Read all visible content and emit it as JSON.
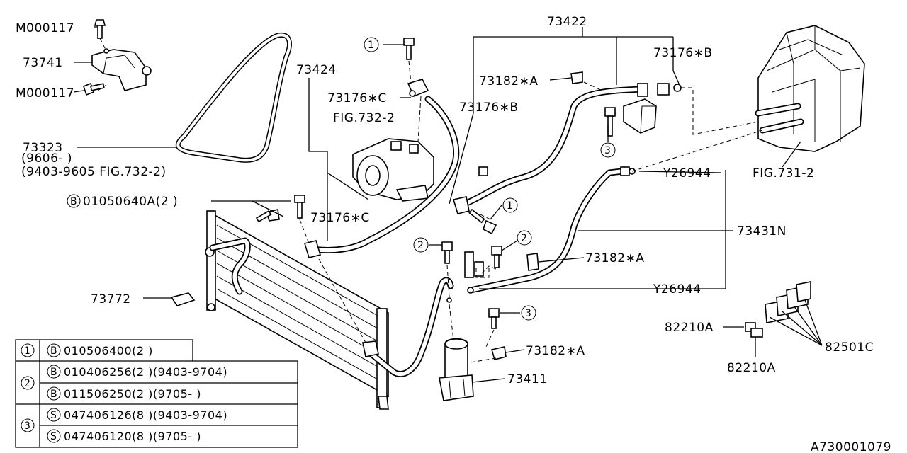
{
  "labels": {
    "m000117_top": "M000117",
    "p73741": "73741",
    "m000117_bot": "M000117",
    "p73323": "73323",
    "p73323_r1": "(9606-       )",
    "p73323_r2": "(9403-9605 FIG.732-2)",
    "bolt_b": "01050640A(2  )",
    "p73424": "73424",
    "p73176c_top": "73176∗C",
    "fig7322": "FIG.732-2",
    "p73176b_mid": "73176∗B",
    "p73422": "73422",
    "p73182a_top": "73182∗A",
    "p73176b_right": "73176∗B",
    "y26944_top": "Y26944",
    "fig7312": "FIG.731-2",
    "p73176c_mid": "73176∗C",
    "p73431n": "73431N",
    "p73182a_mid": "73182∗A",
    "y26944_bot": "Y26944",
    "p73772": "73772",
    "p82210a_left": "82210A",
    "p82501c": "82501C",
    "p82210a_bot": "82210A",
    "p73182a_low": "73182∗A",
    "p73411": "73411",
    "doc_code": "A730001079"
  },
  "callouts": {
    "one": "1",
    "two": "2",
    "three": "3",
    "b": "B",
    "s": "S"
  },
  "legend": {
    "rows": [
      {
        "key": "1",
        "prefix": "B",
        "text": "010506400(2  )"
      },
      {
        "key": "2",
        "prefix": "B",
        "text": "010406256(2  )(9403-9704)"
      },
      {
        "key": "",
        "prefix": "B",
        "text": "011506250(2  )(9705-      )"
      },
      {
        "key": "3",
        "prefix": "S",
        "text": "047406126(8  )(9403-9704)"
      },
      {
        "key": "",
        "prefix": "S",
        "text": "047406120(8  )(9705-      )"
      }
    ]
  }
}
